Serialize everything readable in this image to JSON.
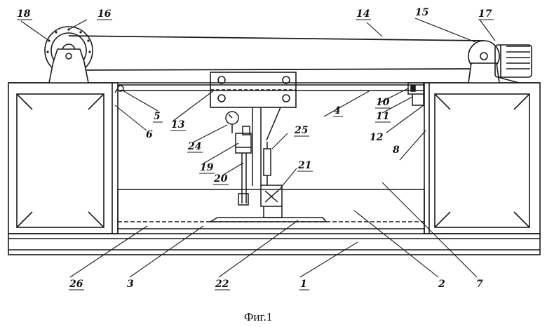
{
  "caption": "Фиг.1",
  "callouts": {
    "c1": "1",
    "c2": "2",
    "c3": "3",
    "c4": "4",
    "c5": "5",
    "c6": "6",
    "c7": "7",
    "c8": "8",
    "c10": "10",
    "c11": "11",
    "c12": "12",
    "c13": "13",
    "c14": "14",
    "c15": "15",
    "c16": "16",
    "c17": "17",
    "c18": "18",
    "c19": "19",
    "c20": "20",
    "c21": "21",
    "c22": "22",
    "c24": "24",
    "c25": "25",
    "c26": "26"
  }
}
